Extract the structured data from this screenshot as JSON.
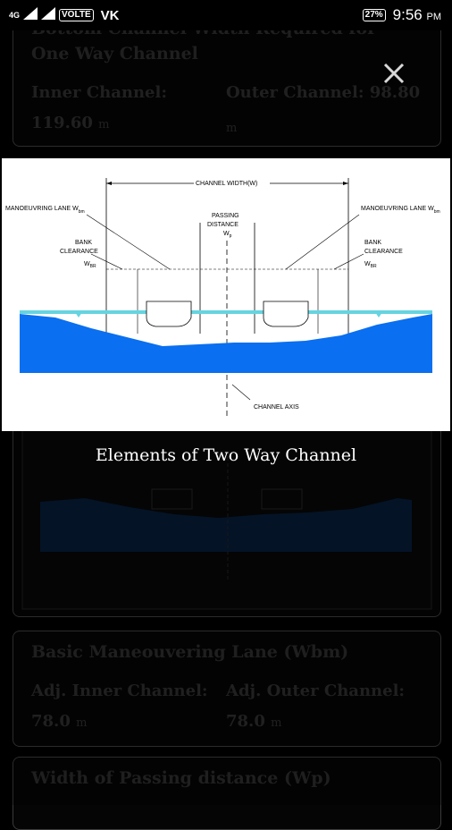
{
  "status_bar": {
    "network_1": "4G",
    "volte": "VOLTE",
    "carrier": "VK",
    "battery": "27%",
    "time": "9:56",
    "ampm": "PM"
  },
  "bottom_width_card": {
    "title_line1": "Bottom Channel Width Required for",
    "title_line2": "One Way Channel",
    "inner_label": "Inner Channel:",
    "outer_label": "Outer Channel:",
    "outer_value": "98.80",
    "inner_value": "119.60",
    "unit": "m"
  },
  "dialog": {
    "caption": "Elements of Two Way Channel",
    "diagram": {
      "channel_width": "CHANNEL WIDTH(W)",
      "manoeuvring_left": "MANOEUVRING LANE W",
      "manoeuvring_right": "MANOEUVRING LANE W",
      "manoeuvring_sub": "bm",
      "passing_line1": "PASSING",
      "passing_line2": "DISTANCE",
      "passing_sub": "W",
      "passing_sub2": "p",
      "bank_line1": "BANK",
      "bank_line2": "CLEARANCE",
      "bank_sub": "W",
      "bank_sub2": "BR",
      "channel_axis": "CHANNEL AXIS"
    }
  },
  "basic_manoeuvring_card": {
    "title": "Basic Maneouvering Lane (Wbm)",
    "inner_label": "Adj. Inner Channel:",
    "outer_label": "Adj. Outer Channel:",
    "inner_value": "78.0",
    "outer_value": "78.0",
    "unit": "m"
  },
  "passing_card": {
    "title": "Width of Passing distance (Wp)"
  },
  "colors": {
    "water_blue": "#0a6ff0",
    "water_surface": "#66d4e0"
  }
}
